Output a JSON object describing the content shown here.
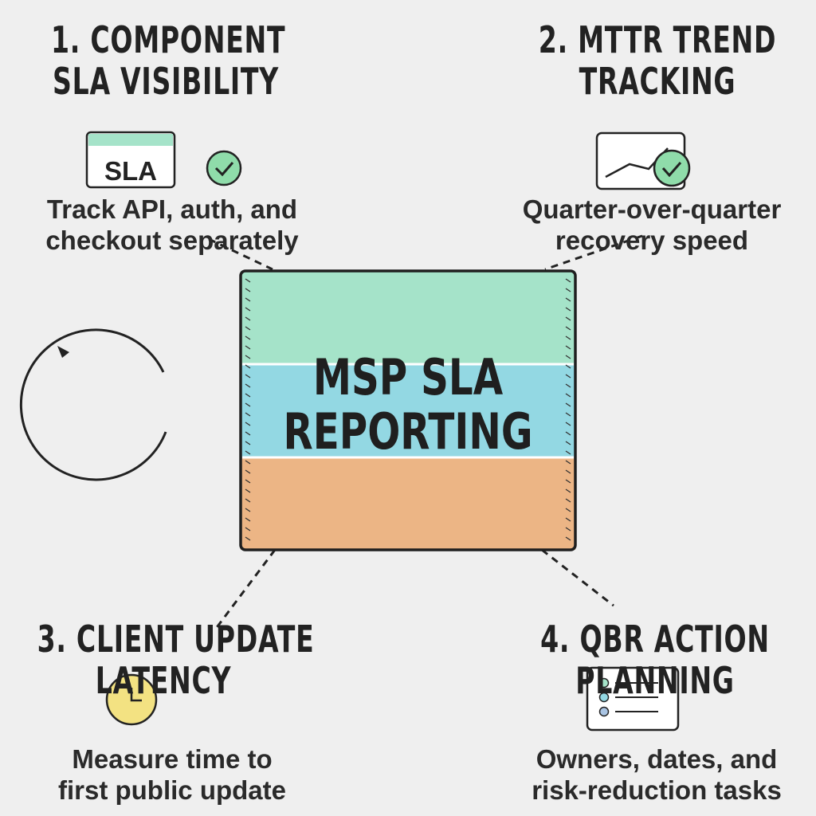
{
  "title": "MSP SLA REPORTING",
  "title_lines": [
    "MSP SLA",
    "REPORTING"
  ],
  "colors": {
    "background": "#efefef",
    "band_top": "#a5e3c9",
    "band_middle": "#93d8e3",
    "band_bottom": "#ecb585",
    "check_green": "#8fdcaa",
    "clock_yellow": "#f3e282",
    "ink": "#222222"
  },
  "sections": [
    {
      "heading_lines": [
        "1. COMPONENT",
        "SLA VISIBILITY"
      ],
      "icon": "sla-card-icon",
      "icon_text": "SLA",
      "badge": "check-icon",
      "description_lines": [
        "Track API, auth, and",
        "checkout separately"
      ]
    },
    {
      "heading_lines": [
        "2. MTTR TREND",
        "TRACKING"
      ],
      "icon": "trend-chart-icon",
      "badge": "check-icon",
      "description_lines": [
        "Quarter-over-quarter",
        "recovery speed"
      ]
    },
    {
      "heading_lines": [
        "3. CLIENT UPDATE",
        "LATENCY"
      ],
      "icon": "clock-icon",
      "description_lines": [
        "Measure time to",
        "first public update"
      ]
    },
    {
      "heading_lines": [
        "4. QBR ACTION",
        "PLANNING"
      ],
      "icon": "checklist-icon",
      "description_lines": [
        "Owners, dates, and",
        "risk-reduction tasks"
      ]
    }
  ],
  "decoration": "cycle-arrow-icon"
}
